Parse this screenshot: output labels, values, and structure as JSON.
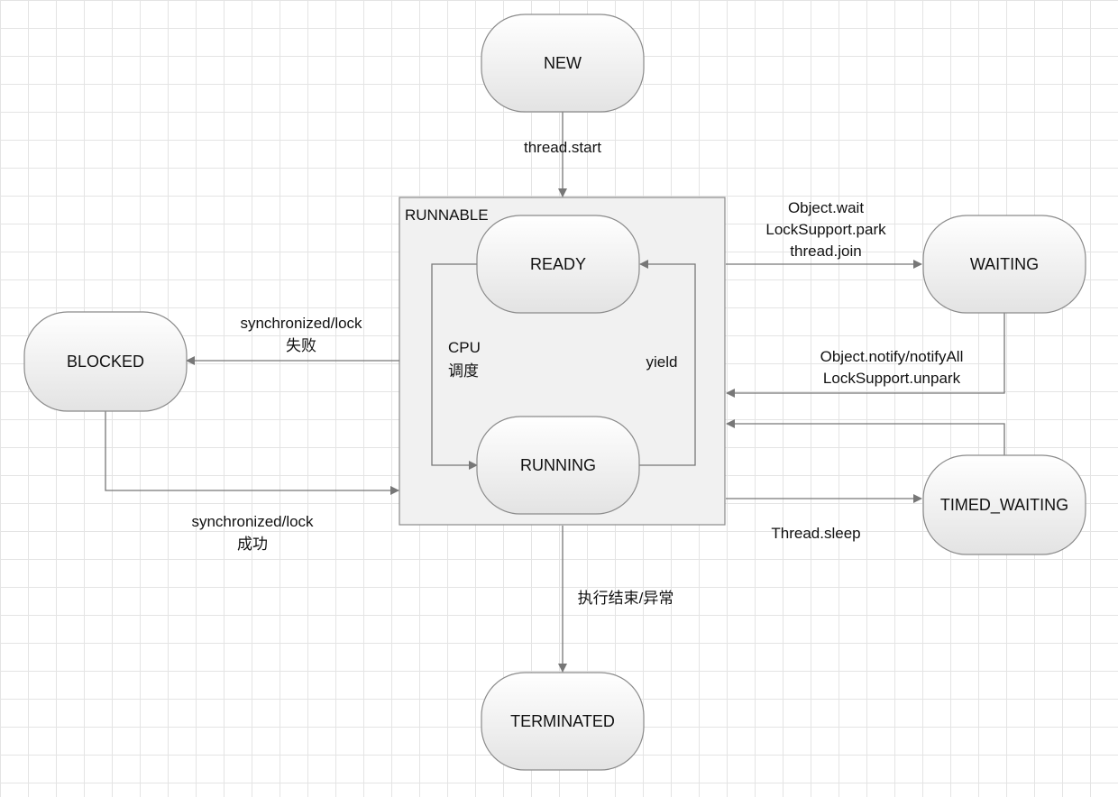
{
  "colors": {
    "node_fill_top": "#ffffff",
    "node_fill_bottom": "#e3e3e3",
    "node_stroke": "#8a8a8a",
    "edge": "#777777",
    "grid": "#e4e4e4",
    "container_fill": "#f1f1f1"
  },
  "container": {
    "label": "RUNNABLE"
  },
  "states": {
    "new": "NEW",
    "ready": "READY",
    "running": "RUNNING",
    "waiting": "WAITING",
    "blocked": "BLOCKED",
    "timed_waiting": "TIMED_WAITING",
    "terminated": "TERMINATED"
  },
  "transitions": {
    "start": "thread.start",
    "to_waiting": [
      "Object.wait",
      "LockSupport.park",
      "thread.join"
    ],
    "from_waiting": [
      "Object.notify/notifyAll",
      "LockSupport.unpark"
    ],
    "to_blocked": [
      "synchronized/lock",
      "失败"
    ],
    "from_blocked": [
      "synchronized/lock",
      "成功"
    ],
    "cpu_schedule": [
      "CPU",
      "调度"
    ],
    "yield": "yield",
    "sleep": "Thread.sleep",
    "terminate": "执行结束/异常"
  }
}
